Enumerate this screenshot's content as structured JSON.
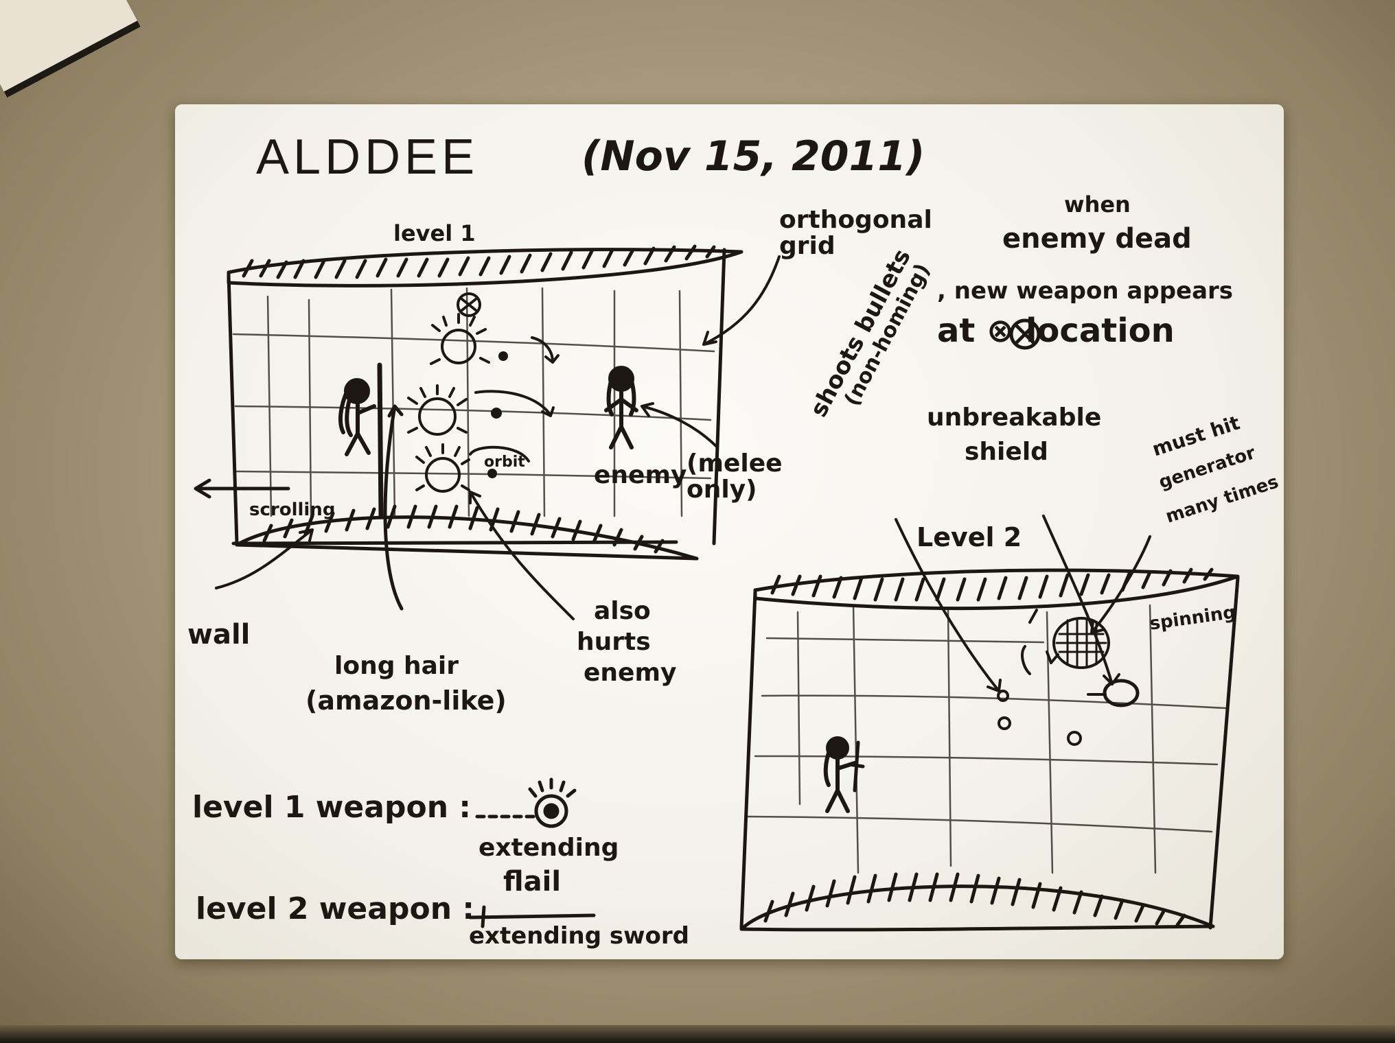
{
  "title": "ALDDEE",
  "date": "(Nov 15, 2011)",
  "level1": {
    "label": "level 1",
    "annotations": {
      "grid": "orthogonal grid",
      "scrolling": "scrolling",
      "enemy": "enemy",
      "melee": "(melee only)",
      "wall": "wall",
      "long_hair_line1": "long hair",
      "long_hair_line2": "(amazon-like)",
      "also_hurts_line1": "also",
      "also_hurts_line2": "hurts",
      "also_hurts_line3": "enemy",
      "orbit_word": "orbit"
    }
  },
  "level2": {
    "label": "Level 2",
    "annotations": {
      "dead_line1": "when",
      "dead_line2": "enemy dead",
      "dead_line3": ", new weapon appears",
      "dead_line4": "at ⊗ location",
      "shoots_line1": "shoots bullets",
      "shoots_line2": "(non-homing)",
      "shield_line1": "unbreakable",
      "shield_line2": "shield",
      "must_hit_line1": "must hit",
      "must_hit_line2": "generator",
      "must_hit_line3": "many times",
      "spinning": "spinning"
    }
  },
  "weapons": {
    "level1_label": "level 1 weapon :",
    "level1_name_line1": "extending",
    "level1_name_line2": "flail",
    "level2_label": "level 2 weapon :",
    "level2_name": "extending sword"
  },
  "colors": {
    "ink": "#1c1712",
    "paper": "#f7f5ef",
    "background": "#a89a7c"
  }
}
